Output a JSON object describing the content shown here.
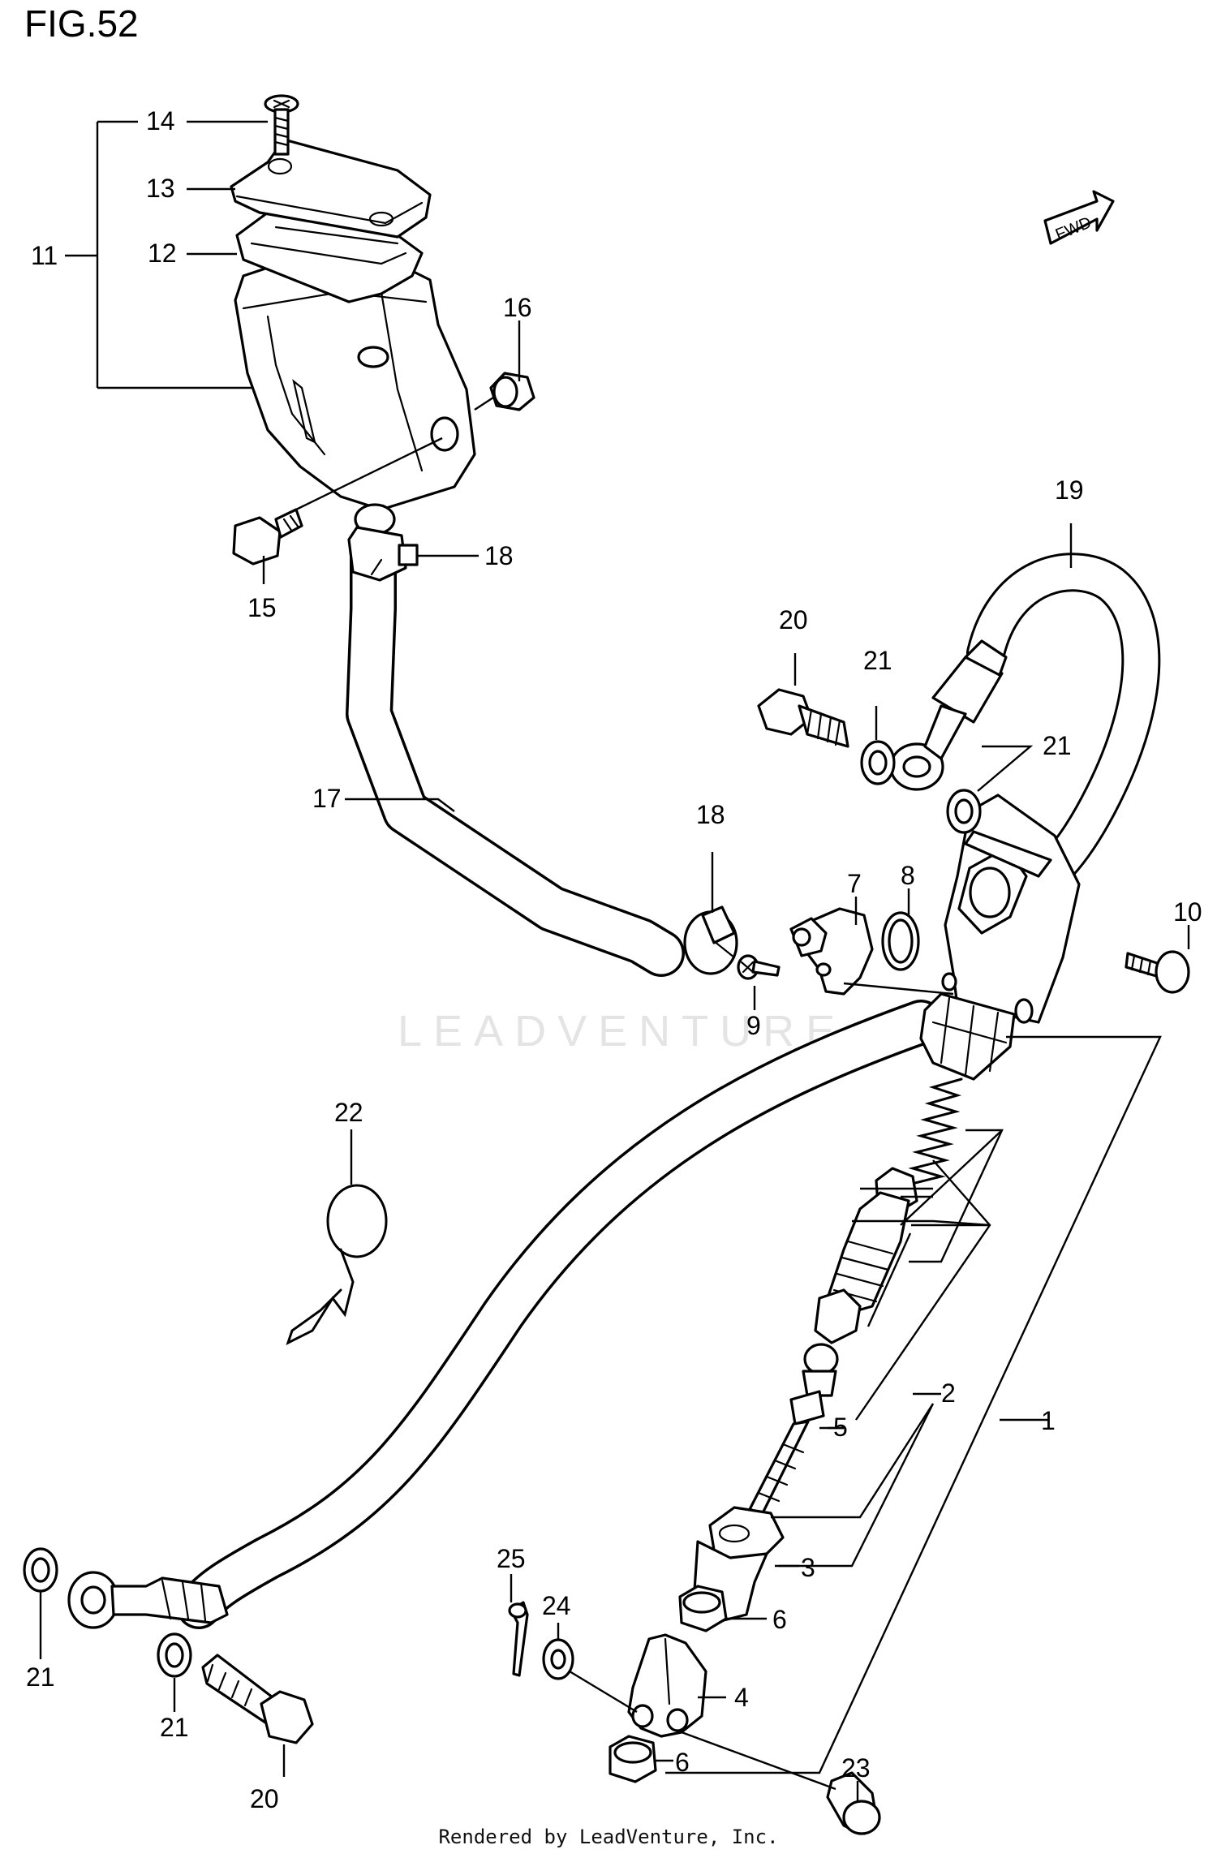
{
  "figure": {
    "title": "FIG.52",
    "fwd_label": "FWD",
    "watermark": "LEADVENTURE",
    "footer": "Rendered by LeadVenture, Inc."
  },
  "callouts": {
    "c1": "1",
    "c2": "2",
    "c3": "3",
    "c4": "4",
    "c5": "5",
    "c6a": "6",
    "c6b": "6",
    "c7": "7",
    "c8": "8",
    "c9": "9",
    "c10": "10",
    "c11": "11",
    "c12": "12",
    "c13": "13",
    "c14": "14",
    "c15": "15",
    "c16": "16",
    "c17": "17",
    "c18a": "18",
    "c18b": "18",
    "c19": "19",
    "c20a": "20",
    "c20b": "20",
    "c21a": "21",
    "c21b": "21",
    "c21c": "21",
    "c21d": "21",
    "c22": "22",
    "c23": "23",
    "c24": "24",
    "c25": "25"
  }
}
